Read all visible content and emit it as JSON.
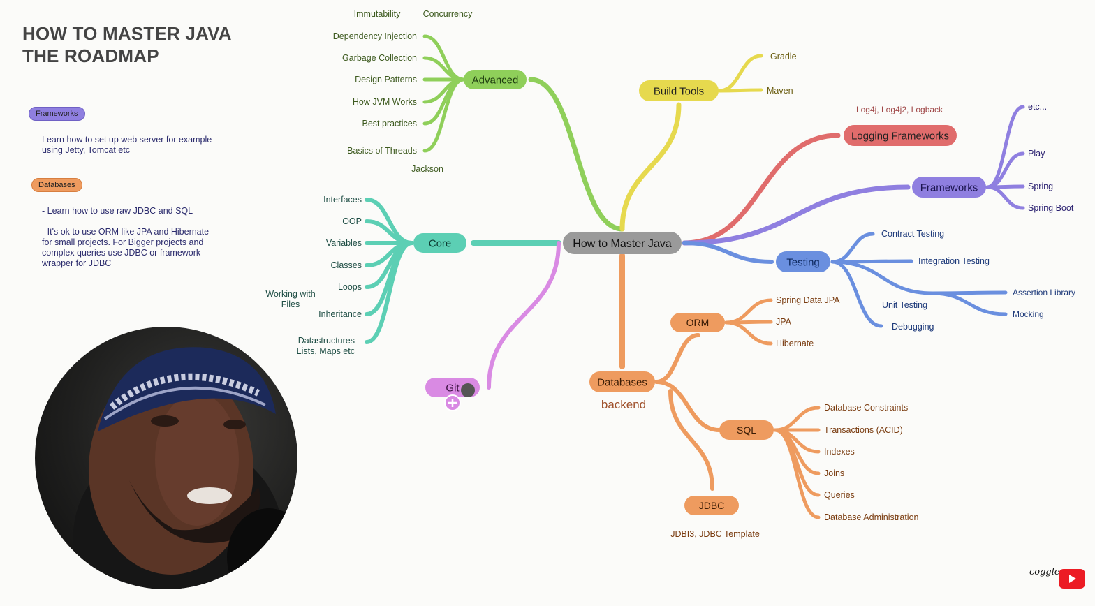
{
  "title": {
    "line1": "HOW TO MASTER JAVA",
    "line2": "THE ROADMAP"
  },
  "sidebar": {
    "frameworks": {
      "tag": "Frameworks",
      "tag_color": "#8f7fe0",
      "lines": [
        "Learn how to set up web server for example",
        "using Jetty, Tomcat etc"
      ]
    },
    "databases": {
      "tag": "Databases",
      "tag_color": "#ee9b5f",
      "lines": [
        "- Learn how to use raw JDBC and SQL",
        "",
        "- It's ok to use ORM like JPA and Hibernate",
        "for small projects. For Bigger projects and",
        "complex queries use JDBC or framework",
        "wrapper for JDBC"
      ]
    }
  },
  "mindmap": {
    "root": "How to Master Java",
    "advanced": {
      "label": "Advanced",
      "color": "#8fcf5a",
      "children": [
        "Dependency Injection",
        "Garbage Collection",
        "Design Patterns",
        "How JVM Works",
        "Best practices",
        "Basics of Threads"
      ],
      "extras": [
        "Immutability",
        "Concurrency",
        "Jackson"
      ]
    },
    "build_tools": {
      "label": "Build Tools",
      "color": "#e6d94e",
      "children": [
        "Gradle",
        "Maven"
      ]
    },
    "logging": {
      "label": "Logging Frameworks",
      "color": "#e06c6c",
      "note": "Log4j, Log4j2, Logback"
    },
    "frameworks": {
      "label": "Frameworks",
      "color": "#8f7fe0",
      "children": [
        "etc...",
        "Play",
        "Spring",
        "Spring Boot"
      ]
    },
    "testing": {
      "label": "Testing",
      "color": "#6a8fdf",
      "children": [
        "Contract Testing",
        "Integration Testing",
        "Unit Testing",
        "Debugging"
      ],
      "unit_children": [
        "Assertion Library",
        "Mocking"
      ]
    },
    "core": {
      "label": "Core",
      "color": "#5ccfb4",
      "children": [
        "Interfaces",
        "OOP",
        "Variables",
        "Classes",
        "Loops",
        "Inheritance",
        "Datastructures",
        "Lists, Maps etc"
      ],
      "working_with": [
        "Working with",
        "Files"
      ]
    },
    "git": {
      "label": "Git",
      "color": "#d98ae3"
    },
    "databases": {
      "label": "Databases",
      "color": "#ee9b5f",
      "caption": "backend",
      "orm": {
        "label": "ORM",
        "children": [
          "Spring Data JPA",
          "JPA",
          "Hibernate"
        ]
      },
      "sql": {
        "label": "SQL",
        "children": [
          "Database Constraints",
          "Transactions (ACID)",
          "Indexes",
          "Joins",
          "Queries",
          "Database Administration"
        ]
      },
      "jdbc": {
        "label": "JDBC",
        "note": "JDBI3, JDBC Template"
      }
    }
  },
  "footer": {
    "logo": "coggle",
    "icons": [
      "play-icon",
      "plus-icon",
      "hand-cursor-icon"
    ]
  }
}
